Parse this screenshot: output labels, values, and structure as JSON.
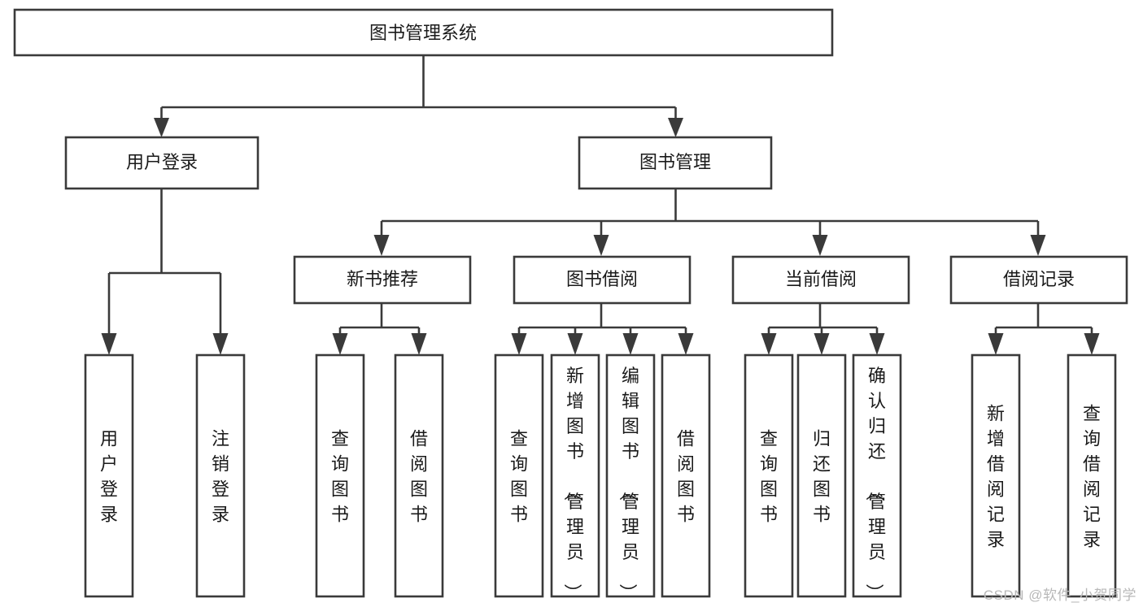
{
  "diagram": {
    "type": "tree-hierarchy-chart",
    "title": "图书管理系统",
    "background_color": "#ffffff",
    "line_color": "#3a3a3a",
    "text_color": "#1a1a1a",
    "root": {
      "id": "root",
      "label": "图书管理系统",
      "orientation": "horizontal"
    },
    "level1": [
      {
        "id": "user-login",
        "label": "用户登录",
        "orientation": "horizontal"
      },
      {
        "id": "book-management",
        "label": "图书管理",
        "orientation": "horizontal"
      }
    ],
    "level2": [
      {
        "id": "new-book-recommend",
        "label": "新书推荐",
        "orientation": "horizontal",
        "parent": "book-management"
      },
      {
        "id": "book-borrow",
        "label": "图书借阅",
        "orientation": "horizontal",
        "parent": "book-management"
      },
      {
        "id": "current-borrow",
        "label": "当前借阅",
        "orientation": "horizontal",
        "parent": "book-management"
      },
      {
        "id": "borrow-record",
        "label": "借阅记录",
        "orientation": "horizontal",
        "parent": "book-management"
      }
    ],
    "leaves": [
      {
        "id": "leaf-user-login",
        "label": "用户登录",
        "orientation": "vertical",
        "parent": "user-login"
      },
      {
        "id": "leaf-logout-login",
        "label": "注销登录",
        "orientation": "vertical",
        "parent": "user-login"
      },
      {
        "id": "leaf-query-book-1",
        "label": "查询图书",
        "orientation": "vertical",
        "parent": "new-book-recommend"
      },
      {
        "id": "leaf-borrow-book-1",
        "label": "借阅图书",
        "orientation": "vertical",
        "parent": "new-book-recommend"
      },
      {
        "id": "leaf-query-book-2",
        "label": "查询图书",
        "orientation": "vertical",
        "parent": "book-borrow"
      },
      {
        "id": "leaf-add-book-admin",
        "label": "新增图书（管理员）",
        "orientation": "vertical",
        "parent": "book-borrow"
      },
      {
        "id": "leaf-edit-book-admin",
        "label": "编辑图书（管理员）",
        "orientation": "vertical",
        "parent": "book-borrow"
      },
      {
        "id": "leaf-borrow-book-2",
        "label": "借阅图书",
        "orientation": "vertical",
        "parent": "book-borrow"
      },
      {
        "id": "leaf-query-book-3",
        "label": "查询图书",
        "orientation": "vertical",
        "parent": "current-borrow"
      },
      {
        "id": "leaf-return-book",
        "label": "归还图书",
        "orientation": "vertical",
        "parent": "current-borrow"
      },
      {
        "id": "leaf-confirm-return-admin",
        "label": "确认归还（管理员）",
        "orientation": "vertical",
        "parent": "current-borrow"
      },
      {
        "id": "leaf-add-borrow-record",
        "label": "新增借阅记录",
        "orientation": "vertical",
        "parent": "borrow-record"
      },
      {
        "id": "leaf-query-borrow-record",
        "label": "查询借阅记录",
        "orientation": "vertical",
        "parent": "borrow-record"
      }
    ],
    "watermark": "CSDN @软件_小贺同学"
  }
}
